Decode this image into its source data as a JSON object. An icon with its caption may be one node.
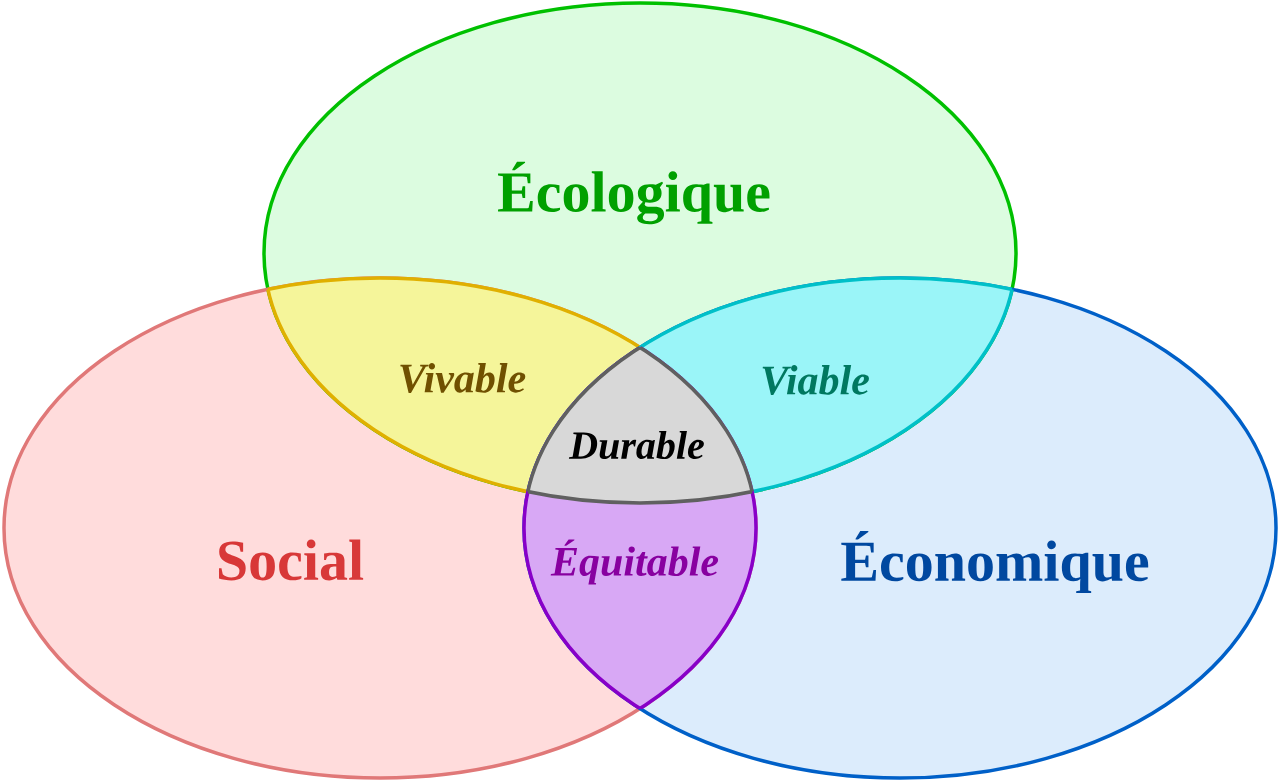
{
  "diagram": {
    "nodes": [
      {
        "text": [
          "Écologique"
        ]
      },
      {
        "text": [
          "Social"
        ]
      },
      {
        "text": [
          "Économique"
        ]
      },
      {
        "text": [
          "Vivable"
        ]
      },
      {
        "text": [
          "Viable"
        ]
      },
      {
        "text": [
          "Équitable"
        ]
      },
      {
        "text": [
          "Durable"
        ]
      }
    ]
  }
}
